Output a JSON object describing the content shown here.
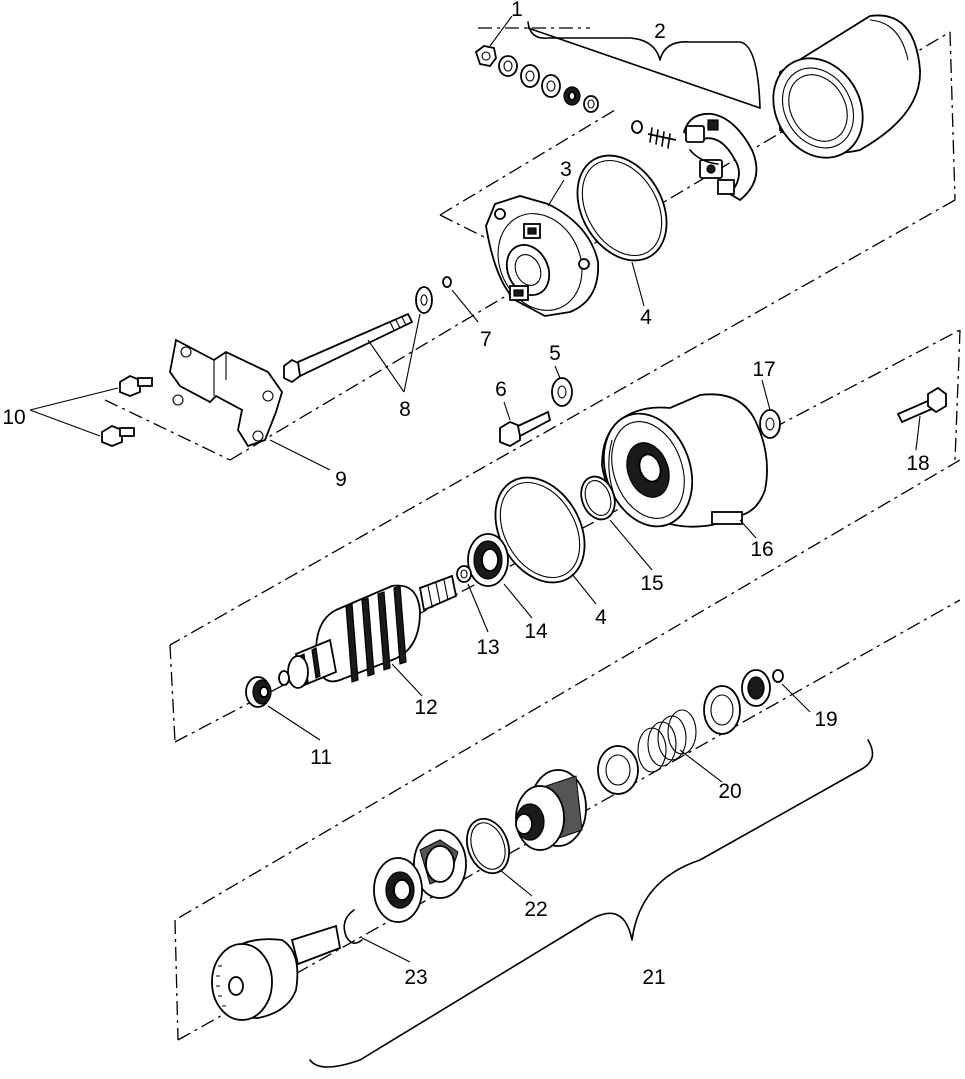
{
  "callouts": {
    "c1": "1",
    "c2": "2",
    "c3": "3",
    "c4a": "4",
    "c4b": "4",
    "c5": "5",
    "c6": "6",
    "c7": "7",
    "c8": "8",
    "c9": "9",
    "c10": "10",
    "c11": "11",
    "c12": "12",
    "c13": "13",
    "c14": "14",
    "c15": "15",
    "c16": "16",
    "c17": "17",
    "c18": "18",
    "c19": "19",
    "c20": "20",
    "c21": "21",
    "c22": "22",
    "c23": "23"
  },
  "colors": {
    "line": "#000000",
    "background": "#ffffff"
  }
}
